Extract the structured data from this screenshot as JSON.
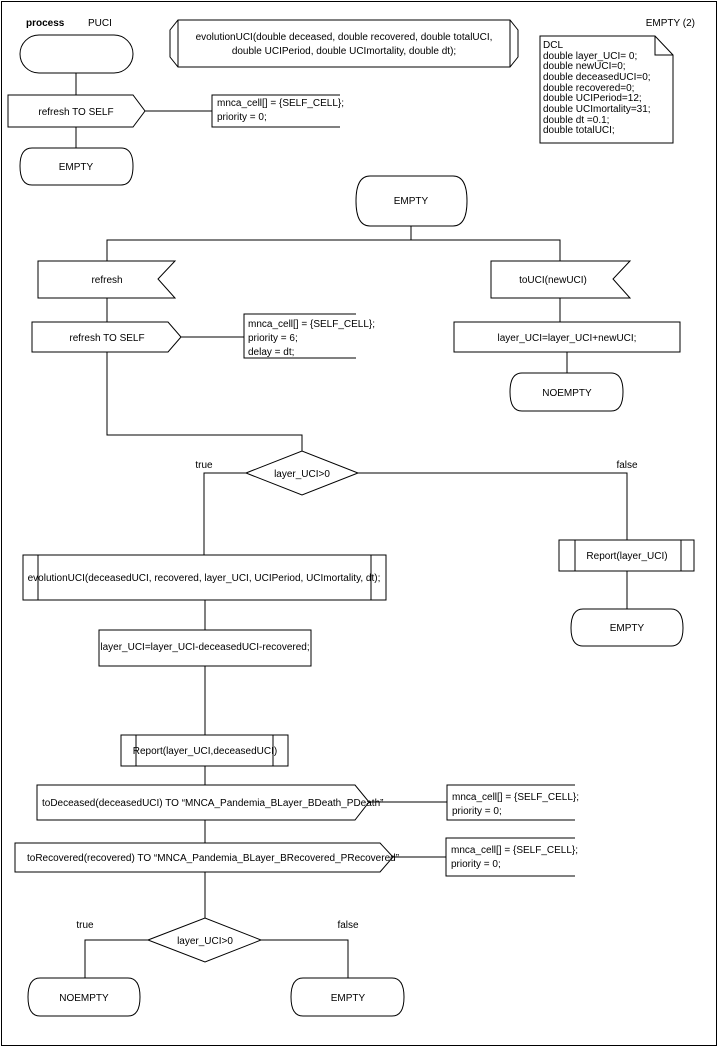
{
  "header": {
    "keyword": "process",
    "name": "PUCI",
    "page_label": "EMPTY (2)"
  },
  "procedure_declaration": [
    "evolutionUCI(double deceased, double recovered, double totalUCI,",
    "double UCIPeriod, double UCImortality, double dt);"
  ],
  "dcl": [
    "DCL",
    "double layer_UCI= 0;",
    "double newUCI=0;",
    "double deceasedUCI=0;",
    "double recovered=0;",
    "double UCIPeriod=12;",
    "double UCImortality=31;",
    "double dt =0.1;",
    "double totalUCI;"
  ],
  "start": {
    "output": "refresh TO SELF",
    "comment": [
      "mnca_cell[] = {SELF_CELL};",
      "priority = 0;"
    ],
    "state": "EMPTY"
  },
  "state_empty": {
    "label": "EMPTY",
    "input_refresh": "refresh",
    "output_refresh": "refresh TO SELF",
    "output_refresh_comment": [
      "mnca_cell[] = {SELF_CELL};",
      "priority = 6;",
      "delay = dt;"
    ],
    "input_touci": "toUCI(newUCI)",
    "task_touci": "layer_UCI=layer_UCI+newUCI;",
    "next_touci": "NOEMPTY",
    "decision": "layer_UCI>0",
    "true_label": "true",
    "false_label": "false",
    "false_report": "Report(layer_UCI)",
    "false_next": "EMPTY",
    "call_evolution": "evolutionUCI(deceasedUCI, recovered, layer_UCI, UCIPeriod, UCImortality, dt);",
    "task_update": "layer_UCI=layer_UCI-deceasedUCI-recovered;",
    "report": "Report(layer_UCI,deceasedUCI)",
    "output_deceased": "toDeceased(deceasedUCI) TO “MNCA_Pandemia_BLayer_BDeath_PDeath”",
    "output_deceased_comment": [
      "mnca_cell[] = {SELF_CELL};",
      "priority = 0;"
    ],
    "output_recovered": "toRecovered(recovered) TO “MNCA_Pandemia_BLayer_BRecovered_PRecovered”",
    "output_recovered_comment": [
      "mnca_cell[] = {SELF_CELL};",
      "priority = 0;"
    ],
    "decision2": "layer_UCI>0",
    "true2_label": "true",
    "false2_label": "false",
    "true2_next": "NOEMPTY",
    "false2_next": "EMPTY"
  }
}
